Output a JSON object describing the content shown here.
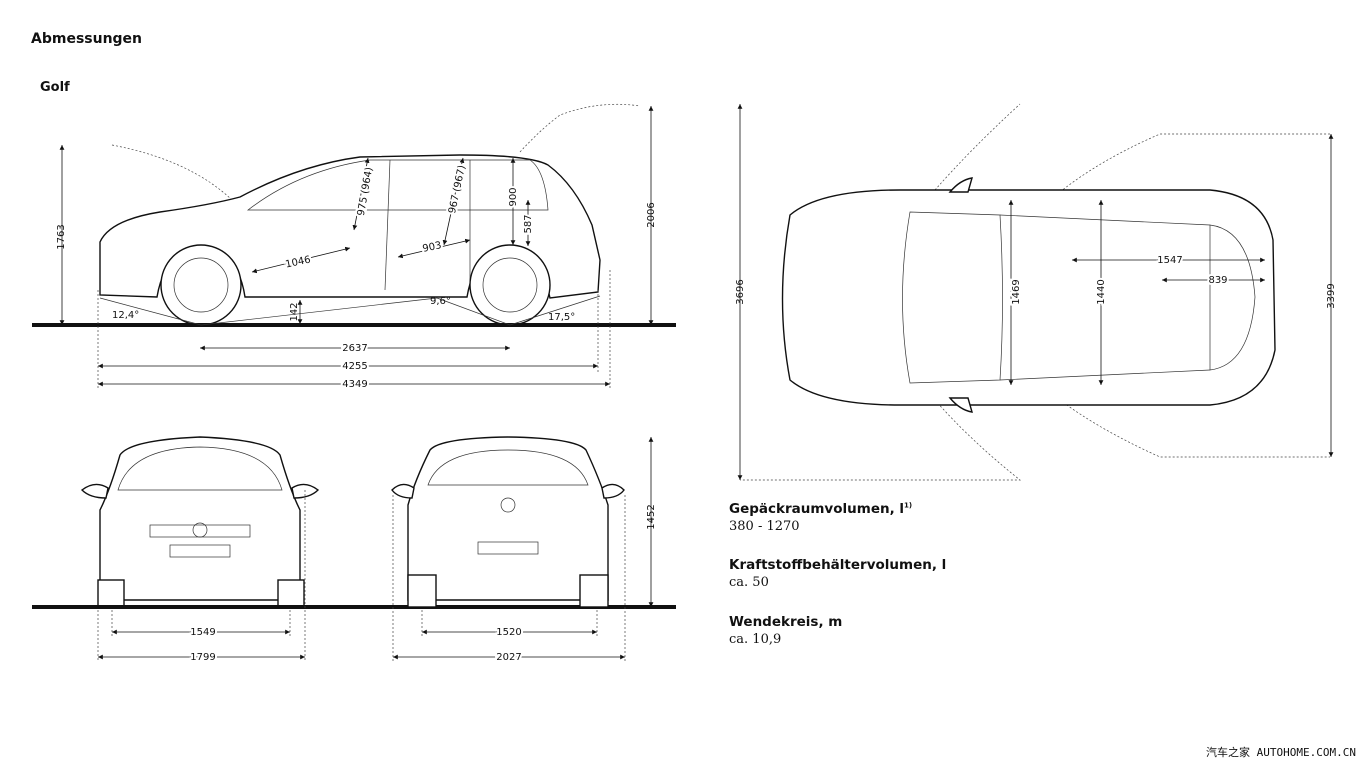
{
  "title": "Abmessungen",
  "model": "Golf",
  "side_view": {
    "height": "1763",
    "height_open_tailgate": "2006",
    "wheelbase": "2637",
    "length": "4255",
    "length_total": "4349",
    "approach_angle": "12,4°",
    "departure_angle": "17,5°",
    "ramp_angle": "9,6°",
    "ground_clearance": "142",
    "front_headroom": "975 (964)",
    "rear_headroom": "967 (967)",
    "trunk_opening_height": "900",
    "loading_sill": "587",
    "front_legroom": "1046",
    "rear_legroom": "903"
  },
  "front_view": {
    "track": "1549",
    "width": "1799"
  },
  "rear_view": {
    "track": "1520",
    "width_mirrors": "2027",
    "height": "1452"
  },
  "top_view": {
    "doors_open_length": "3696",
    "width_doors_open": "3399",
    "front_shoulder": "1469",
    "rear_shoulder": "1440",
    "trunk_length": "1547",
    "trunk_width": "839"
  },
  "specs": [
    {
      "label": "Gepäckraumvolumen, l",
      "sup": "1)",
      "value": "380 - 1270"
    },
    {
      "label": "Kraftstoffbehältervolumen, l",
      "value": "ca. 50"
    },
    {
      "label": "Wendekreis, m",
      "value": "ca. 10,9"
    }
  ],
  "watermark": "汽车之家 AUTOHOME.COM.CN"
}
